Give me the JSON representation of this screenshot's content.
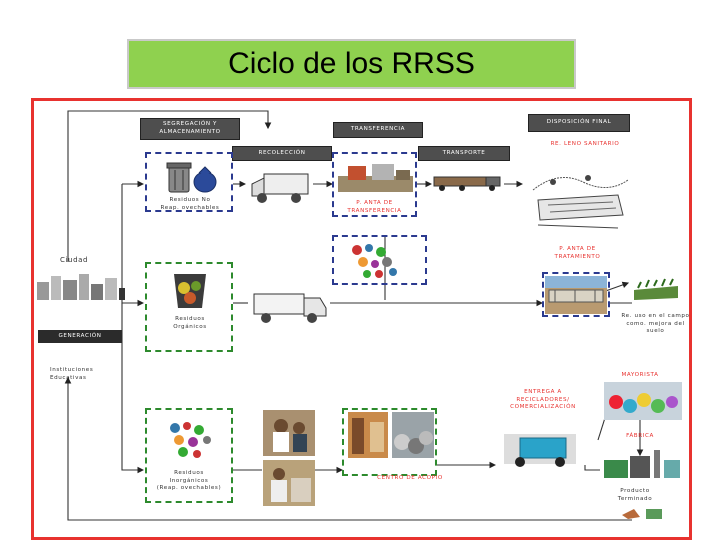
{
  "title": "Ciclo de los RRSS",
  "labels": {
    "segregacion": "SEGREGACIÓN Y\nALMACENAMIENTO",
    "transferencia": "TRANSFERENCIA",
    "disposicion": "DISPOSICIÓN FINAL",
    "recoleccion": "RECOLECCIÓN",
    "transporte": "TRANSPORTE",
    "relleno": "RE. LENO SANITARIO",
    "residuos_no_aprov": "Residuos No\nReap. ovechables",
    "planta_transferencia": "P. ANTA DE\nTRANSFERENCIA",
    "planta_tratamiento": "P. ANTA DE\nTRATAMIENTO",
    "ciudad": "Ciudad",
    "residuos_organicos": "Residuos\nOrgánicos",
    "generacion": "GENERACIÓN",
    "reuso": "Re. uso en el campo\ncomo. mejora del suelo",
    "instituciones": "Instituciones\nEducativas",
    "mayorista": "MAYORISTA",
    "entrega": "ENTREGA A\nRECICLADORES/\nCOMERCIALIZACIÓN",
    "fabrica": "FÁBRICA",
    "residuos_inorg": "Residuos\nInorgánicos\n(Reap. ovechables)",
    "centro_acopio": "CENTRO DE ACOPIO",
    "producto": "Producto\nTerminado"
  },
  "colors": {
    "title_bg": "#8fd14f",
    "frame": "#e8322f",
    "dashed_blue": "#2b3a8f",
    "dashed_green": "#2d8a2d",
    "highlight_red": "#e8322f"
  }
}
